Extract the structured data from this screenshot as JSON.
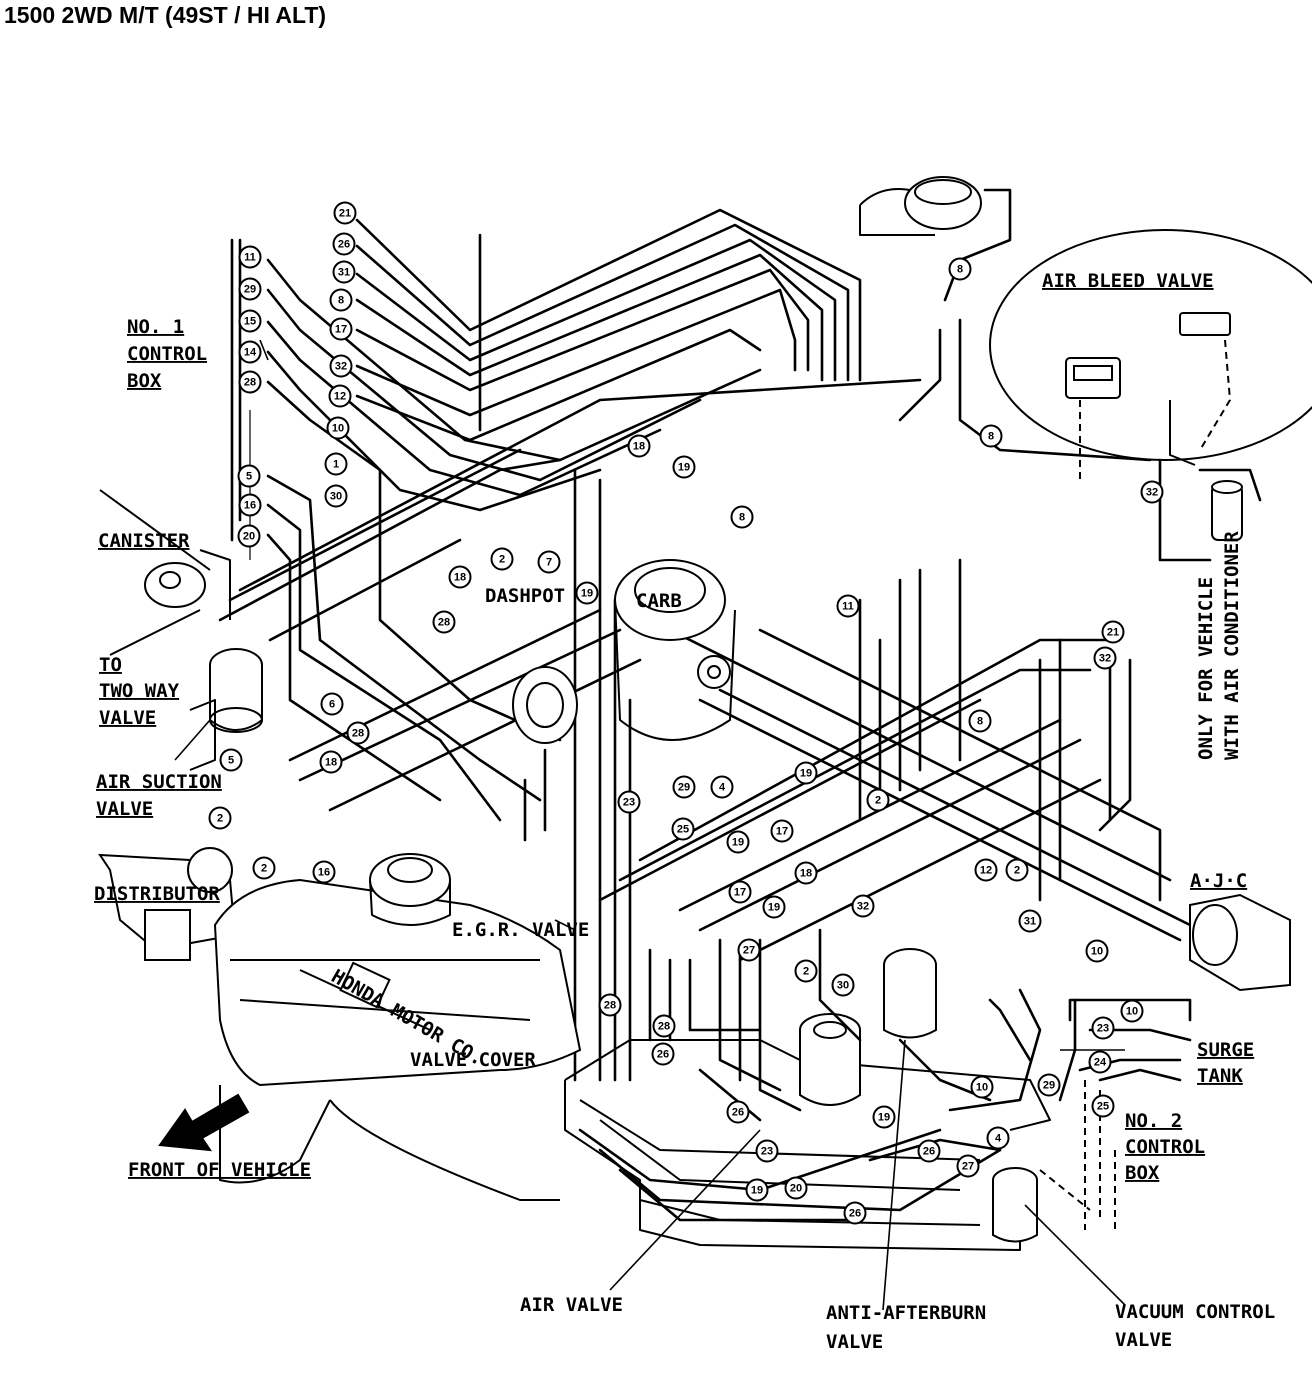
{
  "title": "1500 2WD M/T (49ST / HI ALT)",
  "labels": {
    "no1_control_box": [
      "NO. 1",
      "CONTROL",
      "BOX"
    ],
    "canister": "CANISTER",
    "to_two_way_valve": [
      "TO",
      "TWO WAY",
      "VALVE"
    ],
    "air_suction_valve": [
      "AIR SUCTION",
      "VALVE"
    ],
    "distributor": "DISTRIBUTOR",
    "dashpot": "DASHPOT",
    "carb": "CARB",
    "egr_valve": "E.G.R. VALVE",
    "valve_cover": "VALVE COVER",
    "front_of_vehicle": "FRONT OF VEHICLE",
    "air_valve": "AIR VALVE",
    "anti_afterburn_valve": [
      "ANTI-AFTERBURN",
      "VALVE"
    ],
    "vacuum_control_valve": [
      "VACUUM CONTROL",
      "VALVE"
    ],
    "no2_control_box": [
      "NO. 2",
      "CONTROL",
      "BOX"
    ],
    "surge_tank": [
      "SURGE",
      "TANK"
    ],
    "ajc": "A·J·C",
    "air_bleed_valve": "AIR BLEED VALVE",
    "only_for_vehicle": [
      "ONLY FOR VEHICLE",
      "WITH AIR CONDITIONER"
    ],
    "honda_emblem": "HONDA MOTOR CO."
  },
  "hose_numbers": {
    "left_column": [
      "11",
      "29",
      "15",
      "14",
      "28",
      "5",
      "16",
      "20"
    ],
    "top_column": [
      "21",
      "26",
      "31",
      "8",
      "17",
      "32",
      "12",
      "10",
      "1",
      "30"
    ],
    "scattered": [
      "18",
      "19",
      "8",
      "8",
      "8",
      "32",
      "2",
      "7",
      "19",
      "18",
      "28",
      "28",
      "18",
      "6",
      "5",
      "2",
      "2",
      "16",
      "11",
      "21",
      "32",
      "8",
      "19",
      "2",
      "4",
      "29",
      "23",
      "25",
      "19",
      "17",
      "18",
      "17",
      "19",
      "32",
      "12",
      "2",
      "31",
      "27",
      "2",
      "30",
      "28",
      "28",
      "26",
      "10",
      "10",
      "23",
      "24",
      "25",
      "10",
      "29",
      "4",
      "27",
      "23",
      "26",
      "19",
      "20",
      "19",
      "26",
      "26"
    ]
  }
}
